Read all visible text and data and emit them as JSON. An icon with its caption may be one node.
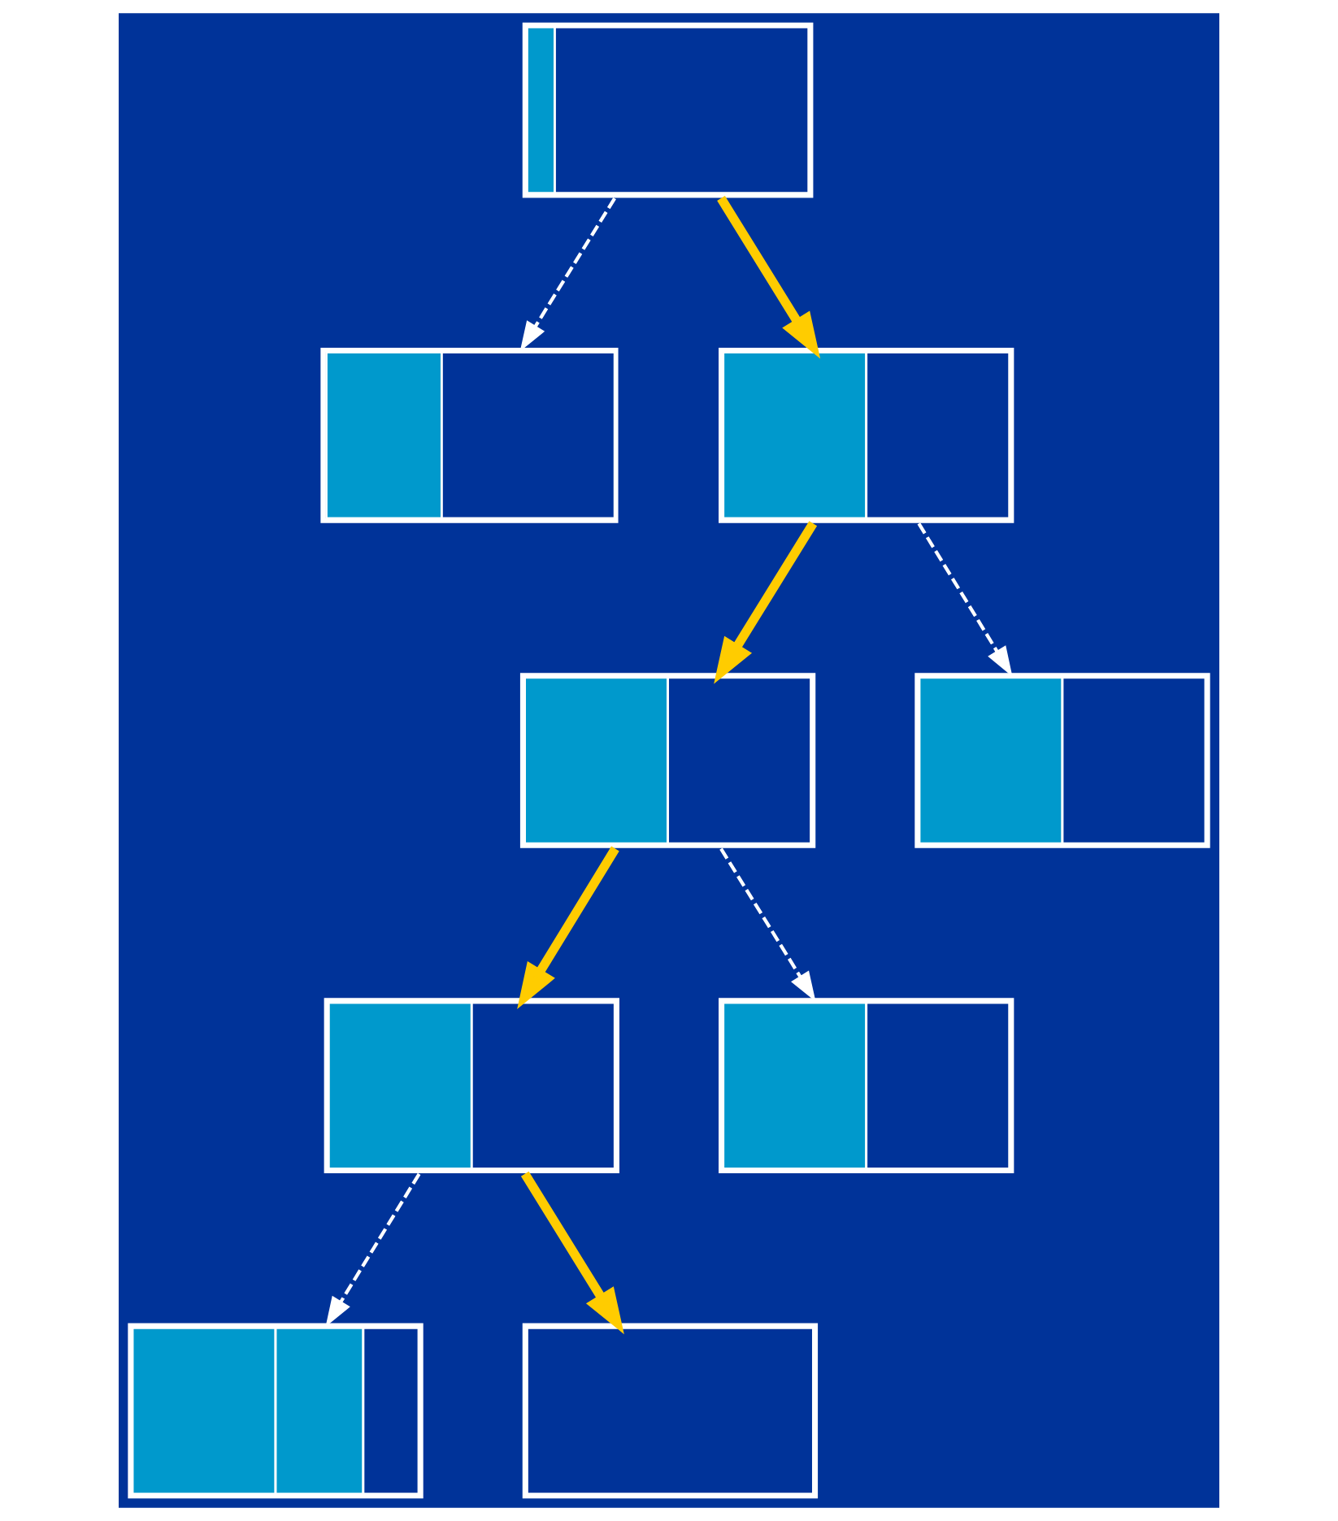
{
  "diagram": {
    "nodes": [
      {
        "text": [],
        "shape": "box"
      },
      {
        "text": [],
        "shape": "box"
      },
      {
        "text": [],
        "shape": "box"
      },
      {
        "text": [],
        "shape": "box"
      },
      {
        "text": [],
        "shape": "box"
      },
      {
        "text": [],
        "shape": "box"
      },
      {
        "text": [],
        "shape": "box"
      },
      {
        "text": [],
        "shape": "box"
      },
      {
        "text": [],
        "shape": "box"
      }
    ],
    "edges": [
      {
        "from": 0,
        "to": 1,
        "arrow": "to",
        "style": "dashed"
      },
      {
        "from": 0,
        "to": 2,
        "arrow": "to",
        "style": "thick",
        "color": "#ffcc00"
      },
      {
        "from": 2,
        "to": 3,
        "arrow": "to",
        "style": "thick",
        "color": "#ffcc00"
      },
      {
        "from": 2,
        "to": 4,
        "arrow": "to",
        "style": "dashed"
      },
      {
        "from": 3,
        "to": 5,
        "arrow": "to",
        "style": "thick",
        "color": "#ffcc00"
      },
      {
        "from": 3,
        "to": 6,
        "arrow": "to",
        "style": "dashed"
      },
      {
        "from": 5,
        "to": 7,
        "arrow": "to",
        "style": "dashed"
      },
      {
        "from": 5,
        "to": 8,
        "arrow": "to",
        "style": "thick",
        "color": "#ffcc00"
      }
    ]
  }
}
